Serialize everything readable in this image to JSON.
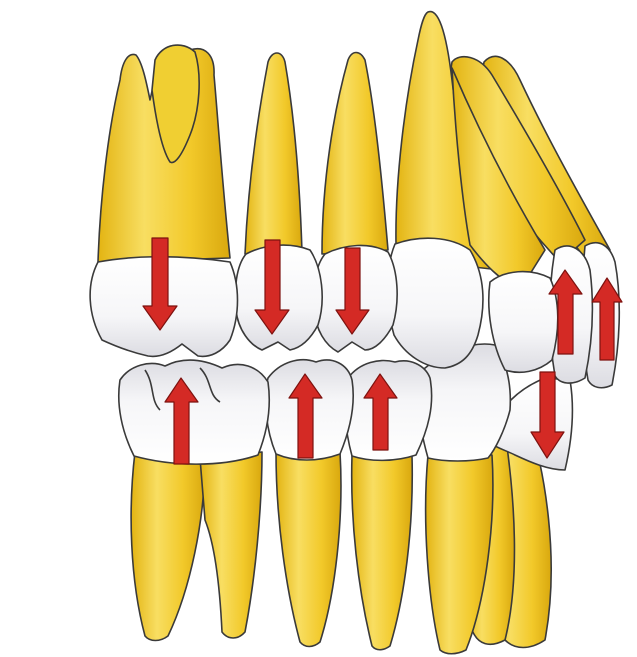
{
  "figure": {
    "subject": "teeth-occlusion-side-view",
    "colors": {
      "background": "#ffffff",
      "root": "#f2cc2a",
      "root_light": "#f8e27a",
      "root_dark": "#e0b414",
      "crown": "#ffffff",
      "crown_shade": "#e4e4e8",
      "outline": "#3a3a3a",
      "arrow": "#d42a25",
      "arrow_dark": "#8e1612"
    },
    "upper_teeth": [
      {
        "name": "upper-molar",
        "force": "down"
      },
      {
        "name": "upper-premolar-2",
        "force": "down"
      },
      {
        "name": "upper-premolar-1",
        "force": "down"
      },
      {
        "name": "upper-canine",
        "force": "none"
      },
      {
        "name": "upper-lateral-incisor",
        "force": "up"
      },
      {
        "name": "upper-central-incisor",
        "force": "up"
      }
    ],
    "lower_teeth": [
      {
        "name": "lower-molar",
        "force": "up"
      },
      {
        "name": "lower-premolar-2",
        "force": "up"
      },
      {
        "name": "lower-premolar-1",
        "force": "up"
      },
      {
        "name": "lower-canine",
        "force": "none"
      },
      {
        "name": "lower-incisors",
        "force": "down"
      }
    ]
  }
}
